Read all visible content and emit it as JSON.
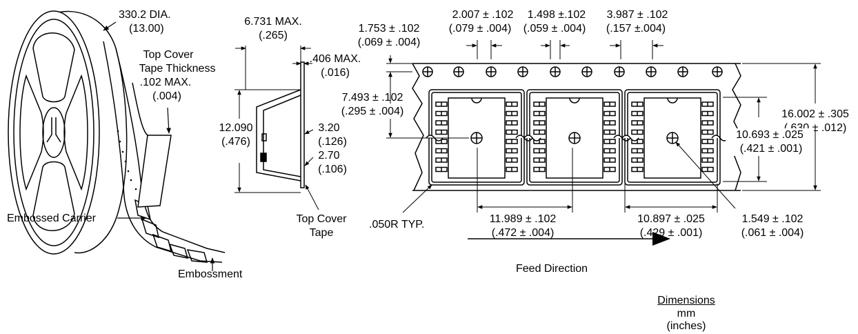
{
  "reel": {
    "diameter": "330.2 DIA.",
    "diameter_in": "(13.00)",
    "cover_thickness_line1": "Top Cover",
    "cover_thickness_line2": "Tape Thickness",
    "cover_thickness_line3": ".102 MAX.",
    "cover_thickness_line4": "(.004)",
    "embossed_carrier": "Embossed Carrier",
    "embossment": "Embossment"
  },
  "section": {
    "width_max": "6.731 MAX.",
    "width_max_in": "(.265)",
    "cover_max": ".406 MAX.",
    "cover_max_in": "(.016)",
    "height": "12.090",
    "height_in": "(.476)",
    "dim_a": "3.20",
    "dim_a_in": "(.126)",
    "dim_b": "2.70",
    "dim_b_in": "(.106)",
    "top_cover_1": "Top Cover",
    "top_cover_2": "Tape"
  },
  "tape": {
    "hole_edge": "1.753 ± .102",
    "hole_edge_in": "(.069 ± .004)",
    "hole_to_pocket": "7.493 ± .102",
    "hole_to_pocket_in": "(.295 ± .004)",
    "hole_dia": "2.007 ± .102",
    "hole_dia_in": "(.079 ± .004)",
    "hole_gap": "1.498 ±.102",
    "hole_gap_in": "(.059 ± .004)",
    "hole_pitch": "3.987 ± .102",
    "hole_pitch_in": "(.157 ±.004)",
    "tape_width": "16.002 ± .305",
    "tape_width_in": "(.630 ± .012)",
    "pocket_height": "10.693 ± .025",
    "pocket_height_in": "(.421 ± .001)",
    "pocket_pitch": "11.989 ± .102",
    "pocket_pitch_in": "(.472 ± .004)",
    "pocket_width": "10.897 ± .025",
    "pocket_width_in": "(.429 ± .001)",
    "pocket_hole": "1.549 ± .102",
    "pocket_hole_in": "(.061 ± .004)",
    "radius": ".050R TYP."
  },
  "feed_direction": "Feed Direction",
  "units": {
    "title": "Dimensions",
    "line1": "mm",
    "line2": "(inches)"
  }
}
